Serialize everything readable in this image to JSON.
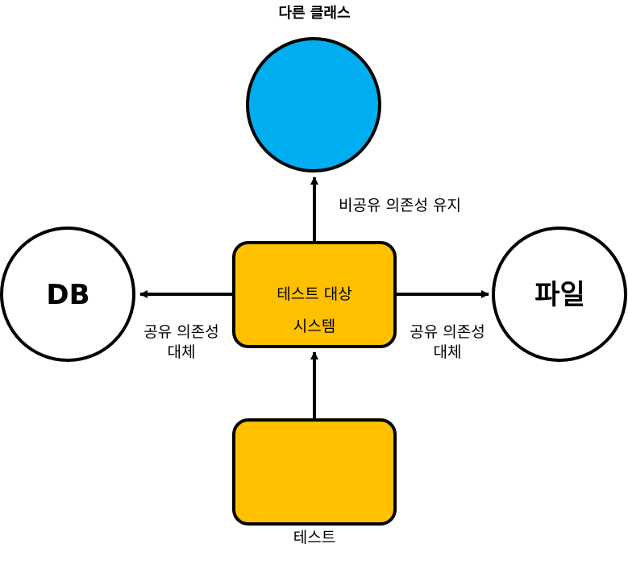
{
  "colors": {
    "blue_node": "#00AEEF",
    "orange_node": "#FFC000",
    "stroke": "#000000"
  },
  "nodes": {
    "other_classes": {
      "label": "다른 클래스"
    },
    "db": {
      "label": "DB"
    },
    "file": {
      "label": "파일"
    },
    "system_under_test": {
      "line1": "테스트 대상",
      "line2": "시스템"
    },
    "test": {
      "label": "테스트"
    }
  },
  "edges": {
    "to_other_classes": {
      "label": "비공유 의존성 유지"
    },
    "to_db": {
      "line1": "공유 의존성",
      "line2": "대체"
    },
    "to_file": {
      "line1": "공유 의존성",
      "line2": "대체"
    }
  }
}
